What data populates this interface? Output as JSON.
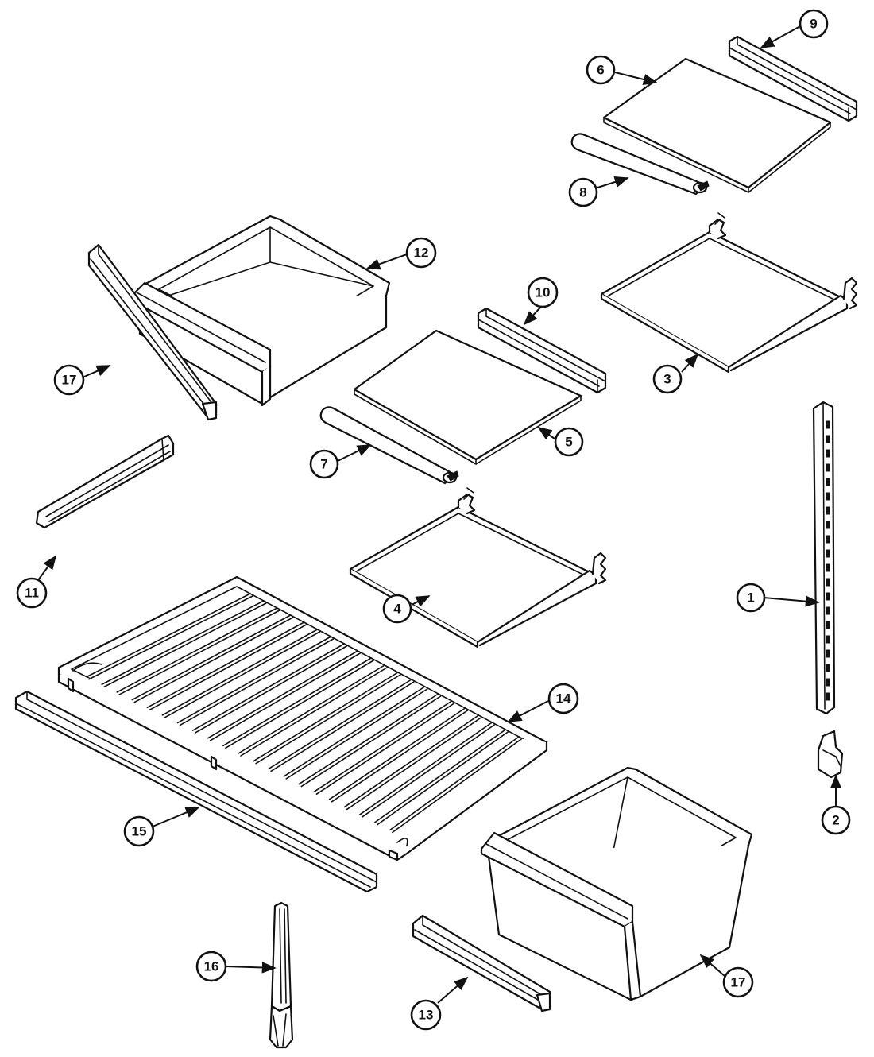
{
  "callouts": [
    {
      "id": "c1",
      "label": "1"
    },
    {
      "id": "c2",
      "label": "2"
    },
    {
      "id": "c3",
      "label": "3"
    },
    {
      "id": "c4",
      "label": "4"
    },
    {
      "id": "c5",
      "label": "5"
    },
    {
      "id": "c6",
      "label": "6"
    },
    {
      "id": "c7",
      "label": "7"
    },
    {
      "id": "c8",
      "label": "8"
    },
    {
      "id": "c9",
      "label": "9"
    },
    {
      "id": "c10",
      "label": "10"
    },
    {
      "id": "c11",
      "label": "11"
    },
    {
      "id": "c12",
      "label": "12"
    },
    {
      "id": "c13",
      "label": "13"
    },
    {
      "id": "c14",
      "label": "14"
    },
    {
      "id": "c15",
      "label": "15"
    },
    {
      "id": "c16",
      "label": "16"
    },
    {
      "id": "c17a",
      "label": "17"
    },
    {
      "id": "c17b",
      "label": "17"
    }
  ],
  "colors": {
    "ink": "#111111",
    "paper": "#ffffff"
  }
}
